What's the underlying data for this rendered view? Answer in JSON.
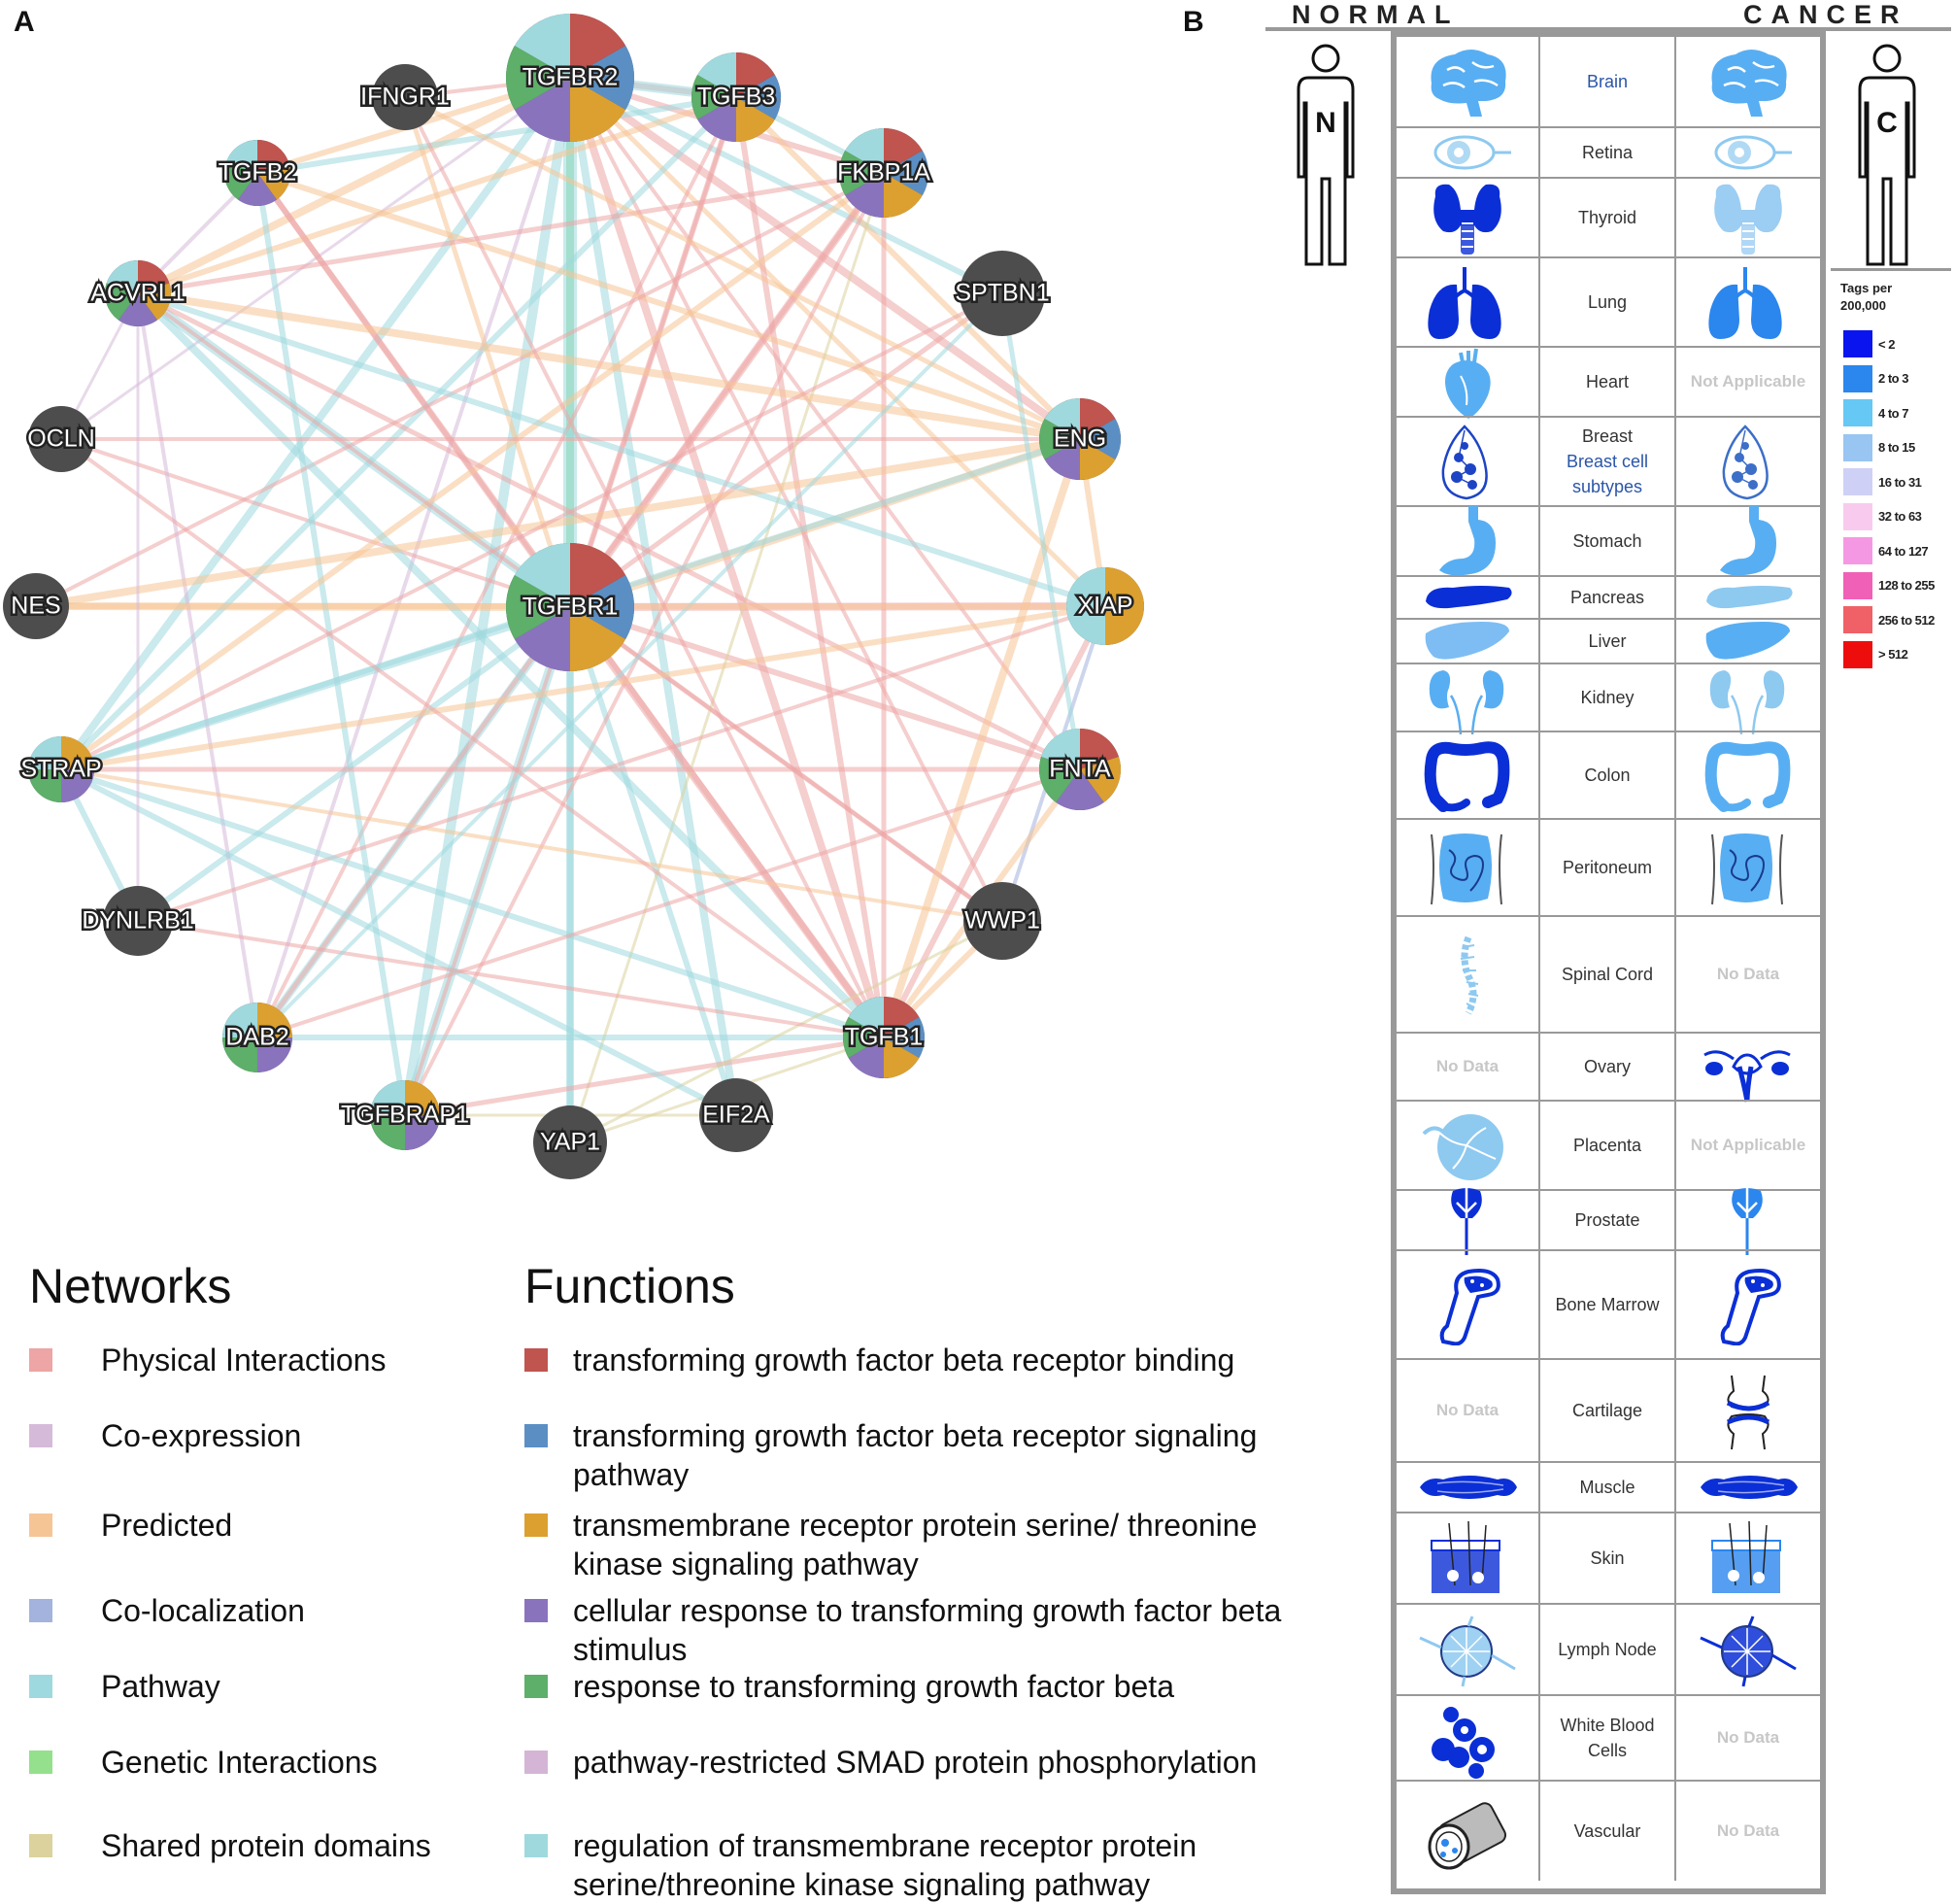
{
  "panel_labels": {
    "a": "A",
    "b": "B"
  },
  "network": {
    "nodes": [
      {
        "id": "TGFBR2",
        "type": "pie"
      },
      {
        "id": "TGFBR1",
        "type": "pie"
      },
      {
        "id": "IFNGR1",
        "type": "plain"
      },
      {
        "id": "TGFB3",
        "type": "pie"
      },
      {
        "id": "TGFB2",
        "type": "pie"
      },
      {
        "id": "FKBP1A",
        "type": "pie"
      },
      {
        "id": "ACVRL1",
        "type": "pie"
      },
      {
        "id": "SPTBN1",
        "type": "plain"
      },
      {
        "id": "OCLN",
        "type": "plain"
      },
      {
        "id": "ENG",
        "type": "pie"
      },
      {
        "id": "NES",
        "type": "plain"
      },
      {
        "id": "XIAP",
        "type": "pie"
      },
      {
        "id": "STRAP",
        "type": "pie"
      },
      {
        "id": "FNTA",
        "type": "pie"
      },
      {
        "id": "DYNLRB1",
        "type": "plain"
      },
      {
        "id": "WWP1",
        "type": "plain"
      },
      {
        "id": "DAB2",
        "type": "pie"
      },
      {
        "id": "TGFB1",
        "type": "pie"
      },
      {
        "id": "TGFBRAP1",
        "type": "pie"
      },
      {
        "id": "YAP1",
        "type": "plain"
      },
      {
        "id": "EIF2A",
        "type": "plain"
      }
    ],
    "networks_legend": {
      "title": "Networks",
      "items": [
        {
          "label": "Physical Interactions",
          "color": "#eda5a5"
        },
        {
          "label": "Co-expression",
          "color": "#d6bad9"
        },
        {
          "label": "Predicted",
          "color": "#f6c596"
        },
        {
          "label": "Co-localization",
          "color": "#a3b3dd"
        },
        {
          "label": "Pathway",
          "color": "#9ed9df"
        },
        {
          "label": "Genetic Interactions",
          "color": "#94e08c"
        },
        {
          "label": "Shared protein domains",
          "color": "#dbd29d"
        }
      ]
    },
    "functions_legend": {
      "title": "Functions",
      "items": [
        {
          "label": "transforming growth factor beta receptor binding",
          "color": "#c0544f"
        },
        {
          "label": "transforming growth factor beta receptor signaling pathway",
          "color": "#5b8fc4"
        },
        {
          "label": "transmembrane receptor protein serine/ threonine kinase signaling pathway",
          "color": "#dca030"
        },
        {
          "label": "cellular response to transforming growth factor beta stimulus",
          "color": "#8a73bd"
        },
        {
          "label": "response to transforming growth factor beta",
          "color": "#5daf6a"
        },
        {
          "label": "pathway-restricted SMAD protein phosphorylation",
          "color": "#d4b5d6"
        },
        {
          "label": "regulation of transmembrane receptor protein serine/threonine kinase signaling pathway",
          "color": "#9fd9dd"
        }
      ]
    }
  },
  "expression": {
    "normal_header": "NORMAL",
    "cancer_header": "CANCER",
    "normal_letter": "N",
    "cancer_letter": "C",
    "scale_title_1": "Tags per",
    "scale_title_2": "200,000",
    "scale": [
      {
        "label": "< 2",
        "color": "#0a14ee"
      },
      {
        "label": "2 to 3",
        "color": "#2b86ee"
      },
      {
        "label": "4 to 7",
        "color": "#66c8f4"
      },
      {
        "label": "8 to 15",
        "color": "#98c5f2"
      },
      {
        "label": "16 to 31",
        "color": "#cfd0f5"
      },
      {
        "label": "32 to 63",
        "color": "#f8cbee"
      },
      {
        "label": "64 to 127",
        "color": "#f598e3"
      },
      {
        "label": "128 to 255",
        "color": "#f060b6"
      },
      {
        "label": "256 to 512",
        "color": "#ef6166"
      },
      {
        "label": "> 512",
        "color": "#ee0d0d"
      }
    ],
    "tissues": [
      {
        "name": "Brain",
        "link": true,
        "normal": {
          "icon": "brain",
          "color": "#58aef2"
        },
        "cancer": {
          "icon": "brain",
          "color": "#58aef2"
        }
      },
      {
        "name": "Retina",
        "normal": {
          "icon": "eye",
          "color": "#8ec9f0"
        },
        "cancer": {
          "icon": "eye",
          "color": "#8ec9f0"
        }
      },
      {
        "name": "Thyroid",
        "normal": {
          "icon": "thyroid",
          "color": "#0b2fd6"
        },
        "cancer": {
          "icon": "thyroid",
          "color": "#9ccdf2"
        }
      },
      {
        "name": "Lung",
        "normal": {
          "icon": "lung",
          "color": "#0b2fd6"
        },
        "cancer": {
          "icon": "lung",
          "color": "#2b86ee"
        }
      },
      {
        "name": "Heart",
        "normal": {
          "icon": "heart",
          "color": "#58aef2"
        },
        "cancer": {
          "text": "Not Applicable"
        }
      },
      {
        "name": "Breast",
        "sub": "Breast cell subtypes",
        "normal": {
          "icon": "breast",
          "color": "#1d44c4"
        },
        "cancer": {
          "icon": "breast",
          "color": "#3d6ec8"
        }
      },
      {
        "name": "Stomach",
        "normal": {
          "icon": "stomach",
          "color": "#58aef2"
        },
        "cancer": {
          "icon": "stomach",
          "color": "#58aef2"
        }
      },
      {
        "name": "Pancreas",
        "normal": {
          "icon": "pancreas",
          "color": "#0b2fd6"
        },
        "cancer": {
          "icon": "pancreas",
          "color": "#8ec9f0"
        }
      },
      {
        "name": "Liver",
        "normal": {
          "icon": "liver",
          "color": "#7dbdf4"
        },
        "cancer": {
          "icon": "liver",
          "color": "#58aef2"
        }
      },
      {
        "name": "Kidney",
        "normal": {
          "icon": "kidney",
          "color": "#58aef2"
        },
        "cancer": {
          "icon": "kidney",
          "color": "#8ec9f0"
        }
      },
      {
        "name": "Colon",
        "normal": {
          "icon": "colon",
          "color": "#0b2fd6"
        },
        "cancer": {
          "icon": "colon",
          "color": "#58aef2"
        }
      },
      {
        "name": "Peritoneum",
        "normal": {
          "icon": "peritoneum",
          "color": "#58aef2"
        },
        "cancer": {
          "icon": "peritoneum",
          "color": "#58aef2"
        }
      },
      {
        "name": "Spinal Cord",
        "normal": {
          "icon": "spine",
          "color": "#8ec9f0"
        },
        "cancer": {
          "text": "No Data"
        }
      },
      {
        "name": "Ovary",
        "normal": {
          "text": "No Data"
        },
        "cancer": {
          "icon": "ovary",
          "color": "#0b2fd6"
        }
      },
      {
        "name": "Placenta",
        "normal": {
          "icon": "placenta",
          "color": "#8ec9f0"
        },
        "cancer": {
          "text": "Not Applicable"
        }
      },
      {
        "name": "Prostate",
        "normal": {
          "icon": "prostate",
          "color": "#0b2fd6"
        },
        "cancer": {
          "icon": "prostate",
          "color": "#2b86ee"
        }
      },
      {
        "name": "Bone Marrow",
        "normal": {
          "icon": "bone",
          "color": "#0b2fd6"
        },
        "cancer": {
          "icon": "bone",
          "color": "#0b2fd6"
        }
      },
      {
        "name": "Cartilage",
        "normal": {
          "text": "No Data"
        },
        "cancer": {
          "icon": "cartilage",
          "color": "#0b2fd6"
        }
      },
      {
        "name": "Muscle",
        "normal": {
          "icon": "muscle",
          "color": "#0b2fd6"
        },
        "cancer": {
          "icon": "muscle",
          "color": "#0b2fd6"
        }
      },
      {
        "name": "Skin",
        "normal": {
          "icon": "skin",
          "color": "#0b2fd6"
        },
        "cancer": {
          "icon": "skin",
          "color": "#2b86ee"
        }
      },
      {
        "name": "Lymph Node",
        "normal": {
          "icon": "lymph",
          "color": "#8ec9f0"
        },
        "cancer": {
          "icon": "lymph",
          "color": "#0b2fd6"
        }
      },
      {
        "name": "White Blood Cells",
        "normal": {
          "icon": "wbc",
          "color": "#0b2fd6"
        },
        "cancer": {
          "text": "No Data"
        }
      },
      {
        "name": "Vascular",
        "normal": {
          "icon": "vessel",
          "color": "#2b86ee"
        },
        "cancer": {
          "text": "No Data"
        }
      }
    ]
  }
}
